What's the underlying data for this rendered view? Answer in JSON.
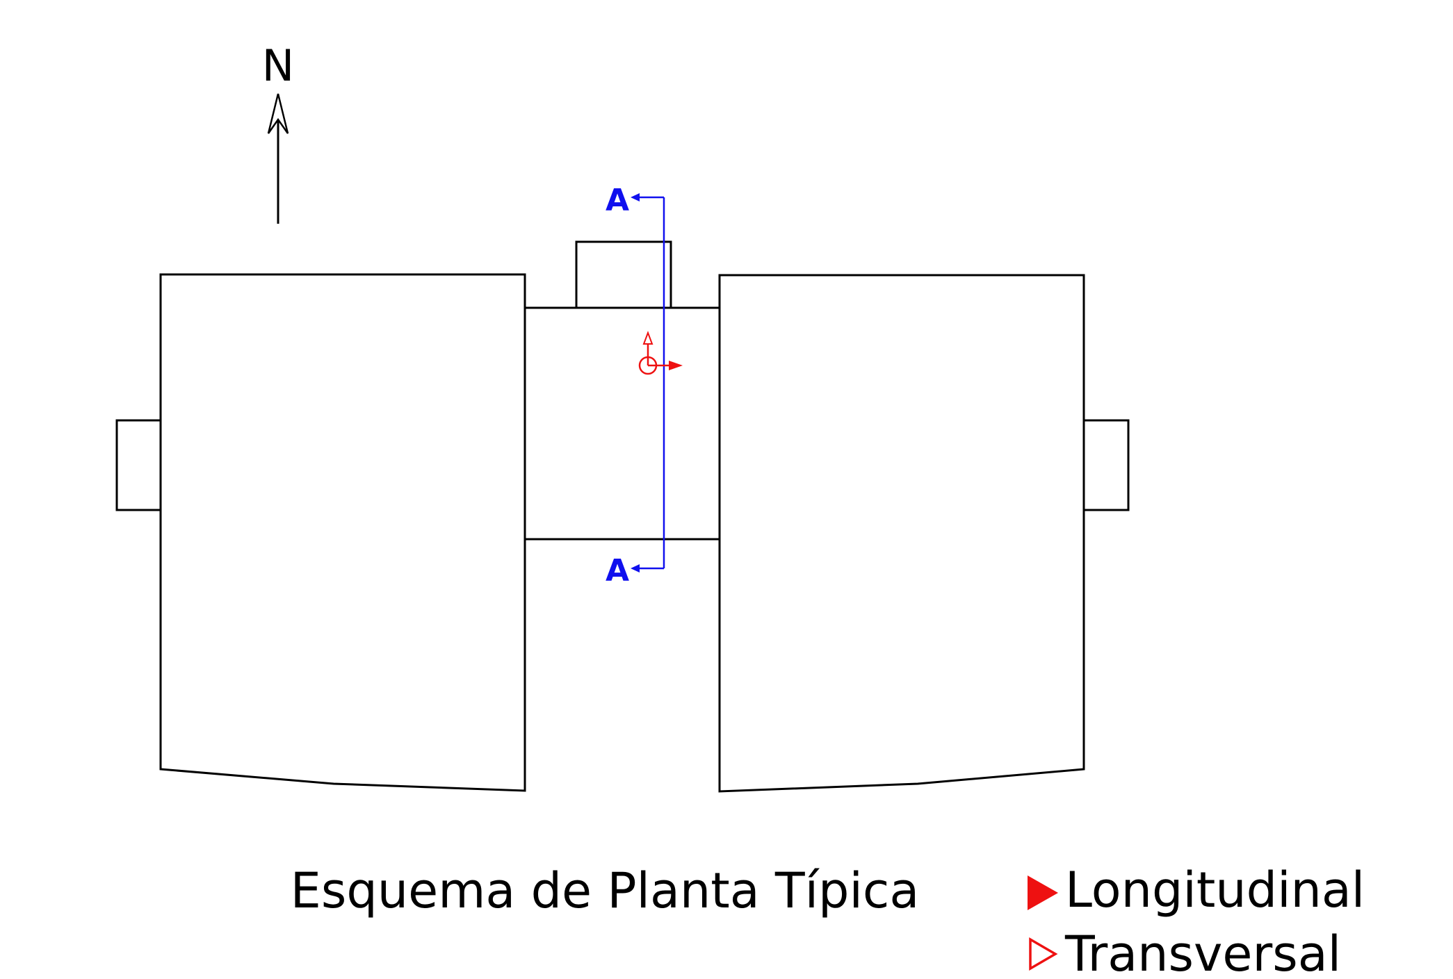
{
  "north_label": "N",
  "section_marks": {
    "top_label": "A",
    "bottom_label": "A"
  },
  "caption": "Esquema de Planta Típica",
  "legend": [
    {
      "label": "Longitudinal",
      "marker": "filled-triangle-right",
      "color": "#ee1111"
    },
    {
      "label": "Transversal",
      "marker": "outline-triangle-right",
      "color": "#ee1111"
    }
  ],
  "colors": {
    "plan_lines": "#000000",
    "section_line": "#1010ee",
    "axes": "#ee1111"
  }
}
